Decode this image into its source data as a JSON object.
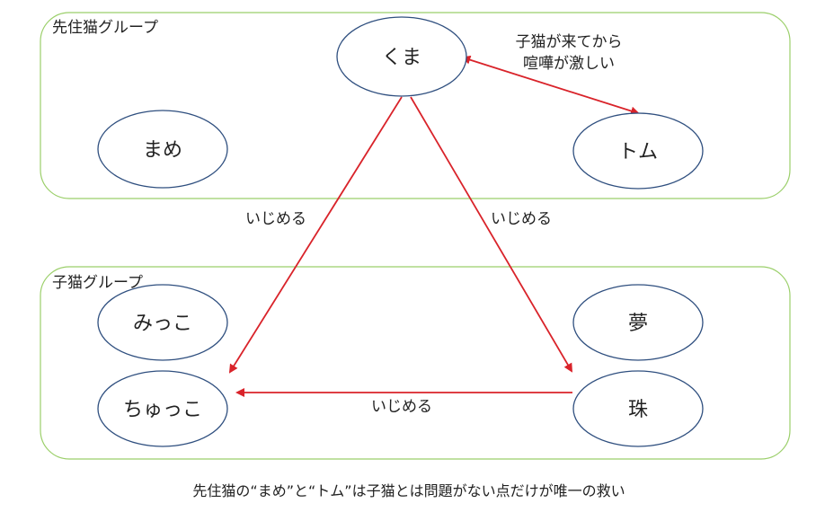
{
  "groups": {
    "senju": {
      "label": "先住猫グループ"
    },
    "koneko": {
      "label": "子猫グループ"
    }
  },
  "nodes": {
    "kuma": "くま",
    "mame": "まめ",
    "tomu": "トム",
    "mikko": "みっこ",
    "yume": "夢",
    "chukko": "ちゅっこ",
    "tama": "珠"
  },
  "edges": {
    "kuma_to_chukko": "いじめる",
    "kuma_to_tama": "いじめる",
    "tama_to_chukko": "いじめる"
  },
  "note": {
    "line1": "子猫が来てから",
    "line2": "喧嘩が激しい"
  },
  "caption": "先住猫の“まめ”と“トム”は子猫とは問題がない点だけが唯一の救い",
  "colors": {
    "group_border": "#9bcf6a",
    "node_border": "#2f4f7f",
    "arrow": "#d9232a"
  }
}
